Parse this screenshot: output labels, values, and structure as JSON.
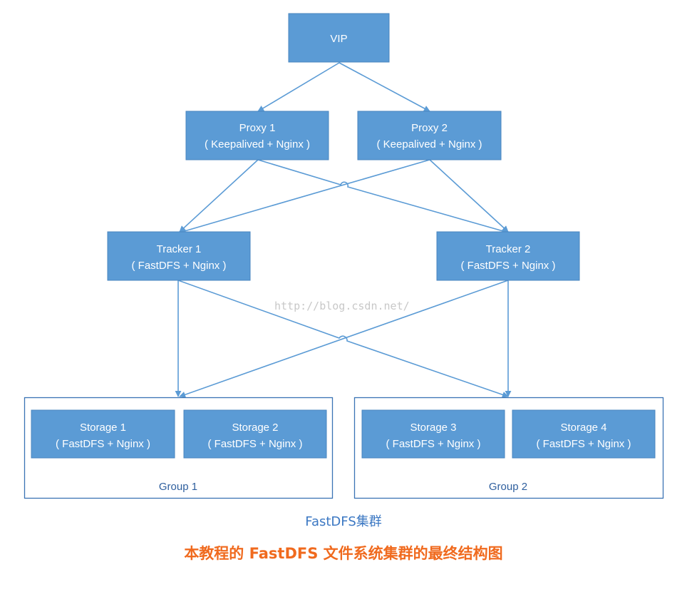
{
  "nodes": {
    "vip": {
      "line1": "VIP"
    },
    "proxy1": {
      "line1": "Proxy 1",
      "line2": "( Keepalived + Nginx )"
    },
    "proxy2": {
      "line1": "Proxy 2",
      "line2": "( Keepalived + Nginx )"
    },
    "tracker1": {
      "line1": "Tracker 1",
      "line2": "( FastDFS + Nginx )"
    },
    "tracker2": {
      "line1": "Tracker 2",
      "line2": "( FastDFS + Nginx )"
    },
    "storage1": {
      "line1": "Storage 1",
      "line2": "( FastDFS + Nginx )"
    },
    "storage2": {
      "line1": "Storage 2",
      "line2": "( FastDFS + Nginx )"
    },
    "storage3": {
      "line1": "Storage 3",
      "line2": "( FastDFS + Nginx )"
    },
    "storage4": {
      "line1": "Storage 4",
      "line2": "( FastDFS + Nginx )"
    }
  },
  "groups": {
    "group1": {
      "label": "Group 1"
    },
    "group2": {
      "label": "Group 2"
    }
  },
  "edges": [
    {
      "from": "VIP",
      "to": "Proxy 1"
    },
    {
      "from": "VIP",
      "to": "Proxy 2"
    },
    {
      "from": "Proxy 1",
      "to": "Tracker 1"
    },
    {
      "from": "Proxy 1",
      "to": "Tracker 2"
    },
    {
      "from": "Proxy 2",
      "to": "Tracker 1"
    },
    {
      "from": "Proxy 2",
      "to": "Tracker 2"
    },
    {
      "from": "Tracker 1",
      "to": "Group 1"
    },
    {
      "from": "Tracker 1",
      "to": "Group 2"
    },
    {
      "from": "Tracker 2",
      "to": "Group 1"
    },
    {
      "from": "Tracker 2",
      "to": "Group 2"
    }
  ],
  "watermark": "http://blog.csdn.net/",
  "cluster_caption": "FastDFS集群",
  "page_caption": "本教程的 FastDFS 文件系统集群的最终结构图",
  "colors": {
    "node_fill": "#5b9bd5",
    "edge": "#5b9bd5",
    "group_border": "#3a73b4",
    "cluster_caption": "#3c78c3",
    "page_caption": "#f06a1e"
  }
}
